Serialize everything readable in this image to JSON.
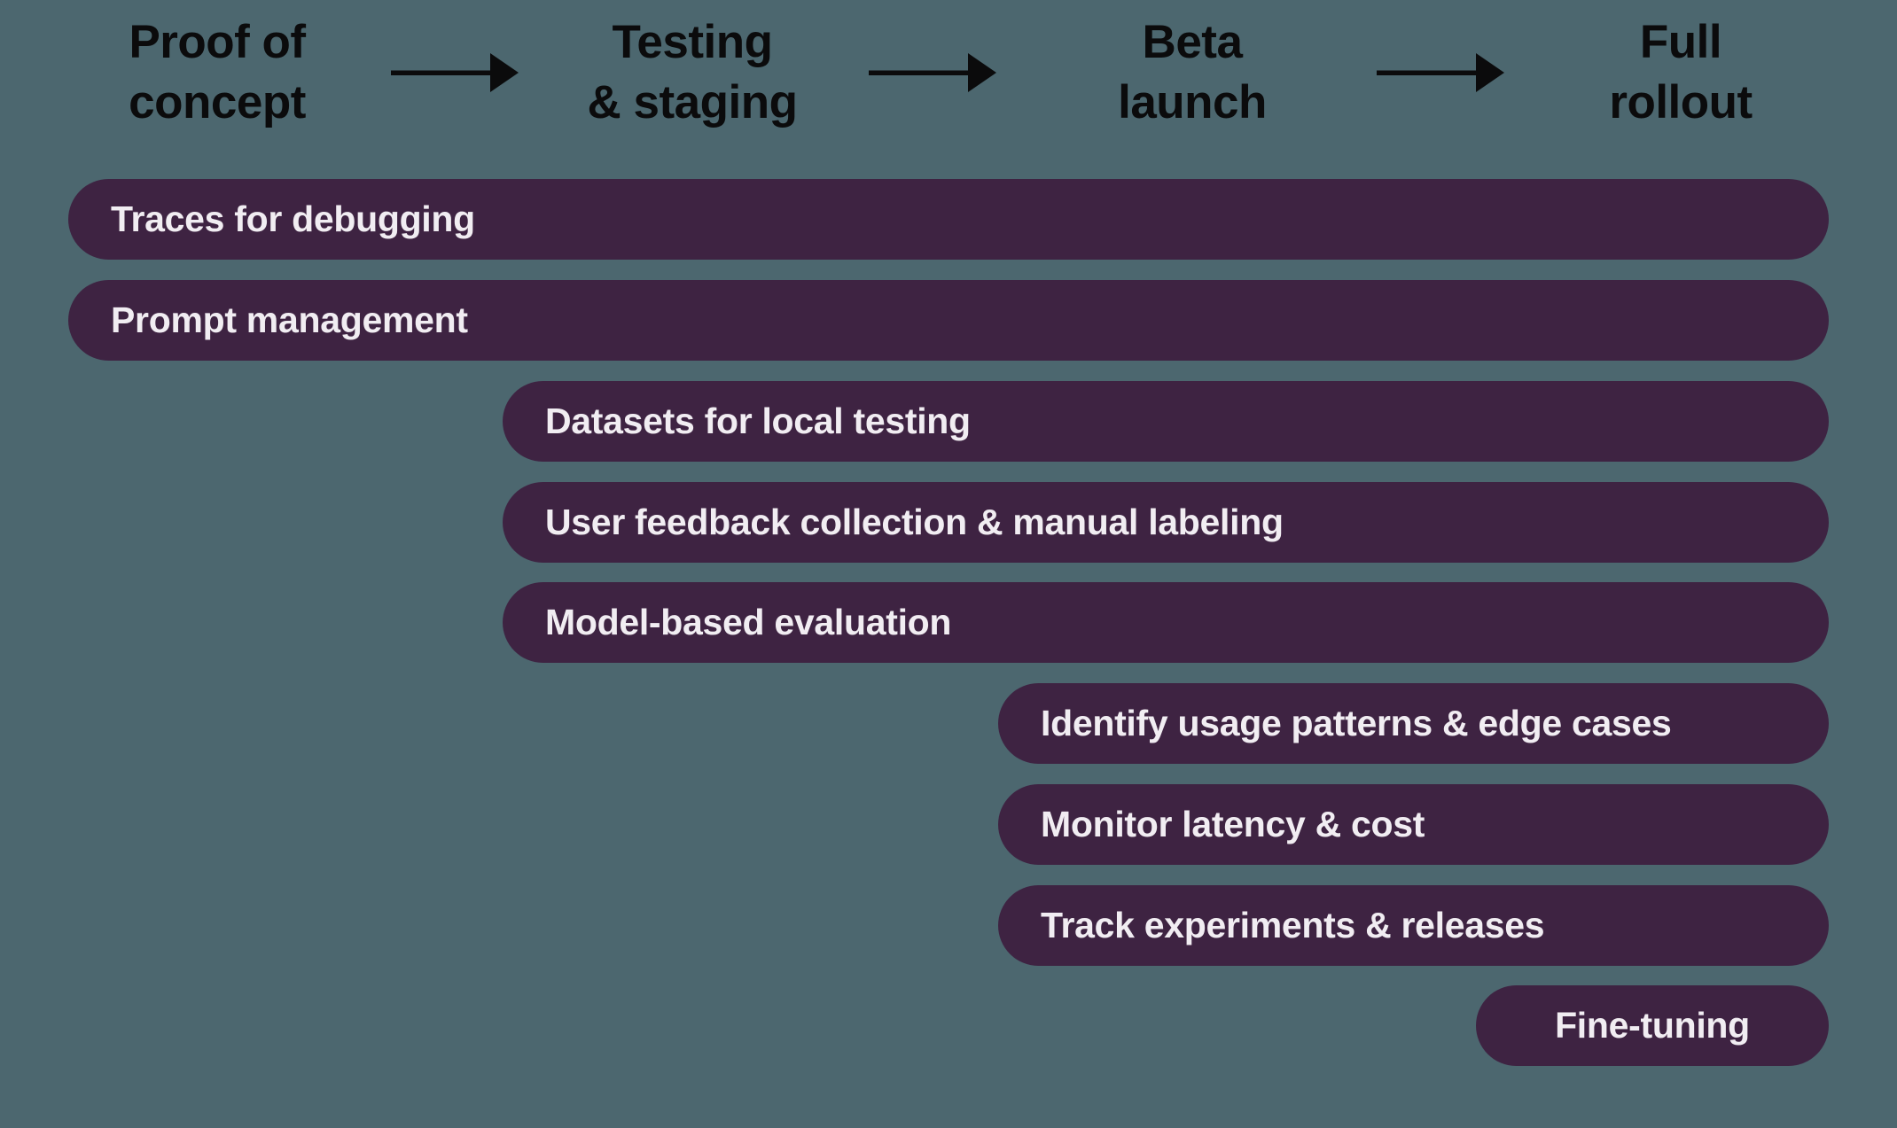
{
  "colors": {
    "background": "#4C676F",
    "bar_fill": "#3E2342",
    "bar_text": "#F1EDF2",
    "header_text": "#0B0B0C",
    "arrow": "#0B0B0C"
  },
  "stages": [
    {
      "id": "poc",
      "line1": "Proof of",
      "line2": "concept"
    },
    {
      "id": "testing",
      "line1": "Testing",
      "line2": "& staging"
    },
    {
      "id": "beta",
      "line1": "Beta",
      "line2": "launch"
    },
    {
      "id": "rollout",
      "line1": "Full",
      "line2": "rollout"
    }
  ],
  "bars": [
    {
      "label": "Traces for debugging",
      "start_stage": "poc",
      "text_align": "left"
    },
    {
      "label": "Prompt management",
      "start_stage": "poc",
      "text_align": "left"
    },
    {
      "label": "Datasets for local testing",
      "start_stage": "testing",
      "text_align": "left"
    },
    {
      "label": "User feedback collection & manual labeling",
      "start_stage": "testing",
      "text_align": "left"
    },
    {
      "label": "Model-based evaluation",
      "start_stage": "testing",
      "text_align": "left"
    },
    {
      "label": "Identify usage patterns & edge cases",
      "start_stage": "beta",
      "text_align": "left"
    },
    {
      "label": "Monitor latency & cost",
      "start_stage": "beta",
      "text_align": "left"
    },
    {
      "label": "Track experiments & releases",
      "start_stage": "beta",
      "text_align": "left"
    },
    {
      "label": "Fine-tuning",
      "start_stage": "rollout",
      "text_align": "center"
    }
  ]
}
